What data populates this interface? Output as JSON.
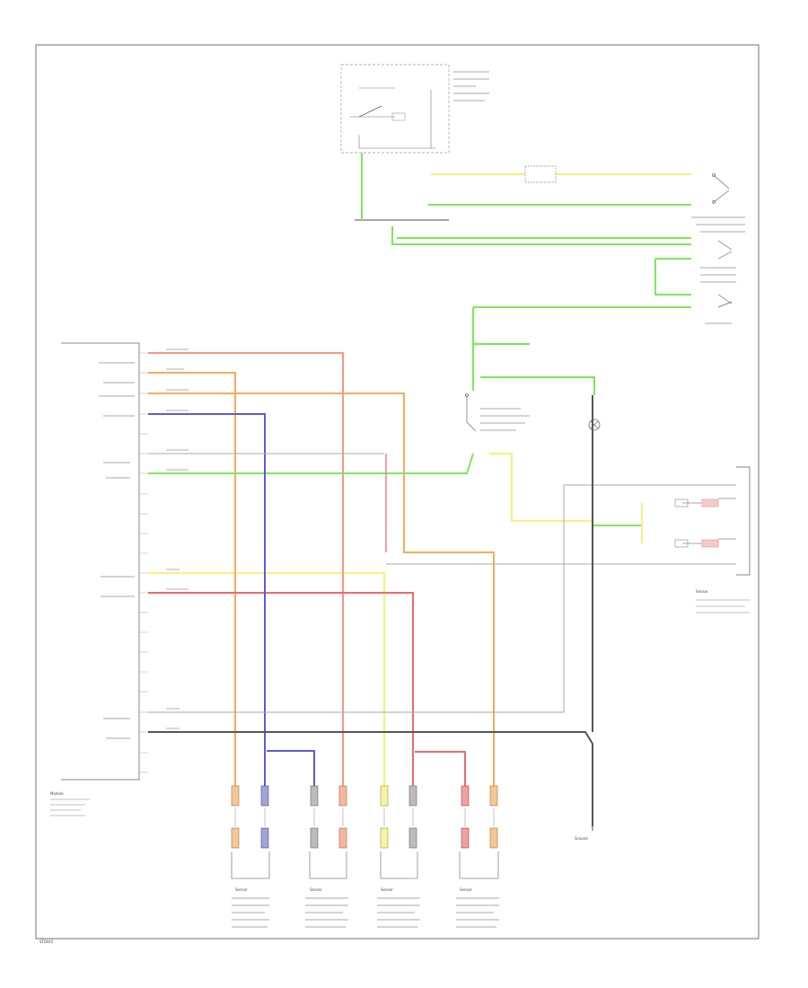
{
  "diagram_id": "ST0045",
  "colors": {
    "border": "#888888",
    "ground": "#666666",
    "green": "#7de85a",
    "yellow": "#f6f27a",
    "orange": "#f4ac5c",
    "red": "#ec6a6a",
    "blue": "#5b5bd6",
    "grey_wire": "#aaaaaa",
    "black_wire": "#555555"
  },
  "components": {
    "ecu": "Module",
    "ground": "Ground",
    "rear_sensor": "Sensor",
    "left_front": "Sensor",
    "right_front": "Sensor",
    "left_rear": "Sensor",
    "right_rear": "Sensor"
  }
}
